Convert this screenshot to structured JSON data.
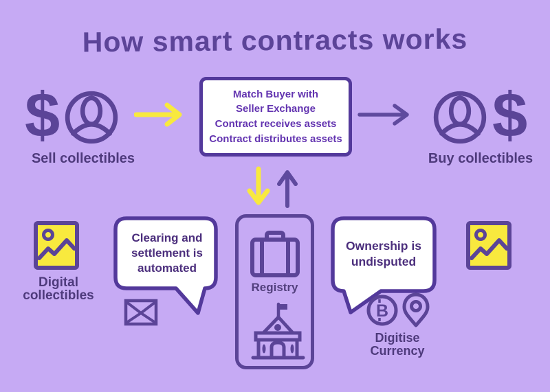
{
  "title": "How smart contracts works",
  "colors": {
    "background": "#c6aaf4",
    "line_purple": "#5b4497",
    "border_purple": "#53399b",
    "box_text_purple": "#6334b0",
    "label_purple": "#4e3a7c",
    "accent_yellow": "#f8e93e",
    "bubble_white": "#ffffff"
  },
  "flow": {
    "dollar": "$",
    "sell_label": "Sell collectibles",
    "buy_label": "Buy collectibles",
    "contract_lines": [
      "Match Buyer with",
      "Seller Exchange",
      "Contract receives assets",
      "Contract distributes assets"
    ]
  },
  "bottom": {
    "digital_label_line1": "Digital",
    "digital_label_line2": "collectibles",
    "clearing_lines": [
      "Clearing and",
      "settlement is",
      "automated"
    ],
    "registry_label": "Registry",
    "ownership_lines": [
      "Ownership is",
      "undisputed"
    ],
    "digitise_label_line1": "Digitise",
    "digitise_label_line2": "Currency",
    "bitcoin_letter": "B"
  }
}
